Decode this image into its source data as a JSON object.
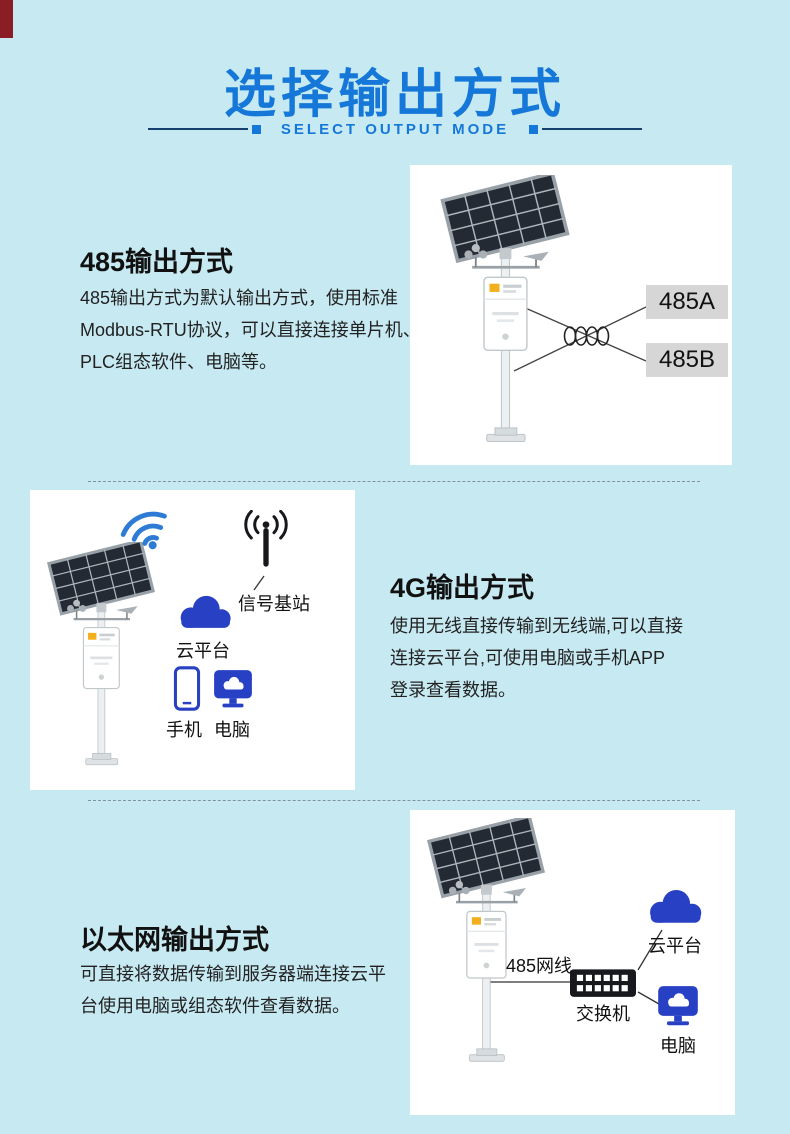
{
  "colors": {
    "page-bg": "#c6e9f2",
    "accent-blue": "#1578d8",
    "rule-navy": "#16406e",
    "icon-blue": "#2840c4",
    "wifi-blue": "#2e7bd6",
    "label-gray": "#d6d6d6",
    "corner-maroon": "#8a1e24",
    "text-dark": "#1a1a1a"
  },
  "header": {
    "title": "选择输出方式",
    "subtitle": "SELECT OUTPUT MODE"
  },
  "sections": {
    "s485": {
      "heading": "485输出方式",
      "body_lines": [
        "485输出方式为默认输出方式，使用标准",
        "Modbus-RTU协议，可以直接连接单片机、",
        "PLC组态软件、电脑等。"
      ],
      "label_a": "485A",
      "label_b": "485B"
    },
    "s4g": {
      "heading": "4G输出方式",
      "body_lines": [
        "使用无线直接传输到无线端,可以直接",
        "连接云平台,可使用电脑或手机APP",
        "登录查看数据。"
      ],
      "diagram_labels": {
        "base_station": "信号基站",
        "cloud": "云平台",
        "phone": "手机",
        "computer": "电脑"
      }
    },
    "ethernet": {
      "heading": "以太网输出方式",
      "body_lines": [
        "可直接将数据传输到服务器端连接云平",
        "台使用电脑或组态软件查看数据。"
      ],
      "diagram_labels": {
        "cable": "485网线",
        "switch": "交换机",
        "cloud": "云平台",
        "computer": "电脑"
      }
    }
  }
}
